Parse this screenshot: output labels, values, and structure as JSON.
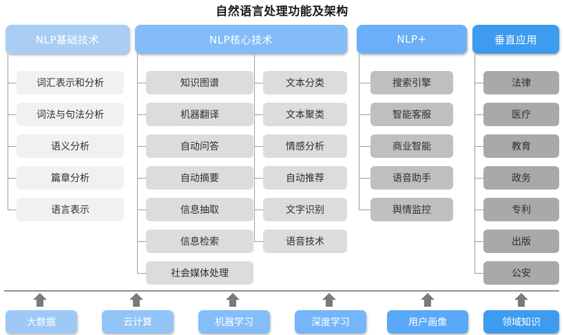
{
  "title": "自然语言处理功能及架构",
  "watermark": "",
  "colors": {
    "header_1": "#a9cdf4",
    "header_2": "#83bcf7",
    "header_3": "#6aaff8",
    "header_4": "#3d9bf0",
    "item_1": "#f1f1f1",
    "item_2": "#dcdcdc",
    "item_3": "#bfbfbf",
    "item_4": "#a9a9a9",
    "connector": "#9a9a9a",
    "arrow": "#7a7a7a",
    "rule": "#8f8f8f",
    "title_color": "#1a1a1a"
  },
  "columns": [
    {
      "id": "nlp-basic",
      "header": "NLP基础技术",
      "header_color": "#a9cdf4",
      "item_color": "#f1f1f1",
      "groups": [
        {
          "items": [
            "词汇表示和分析",
            "词法与句法分析",
            "语义分析",
            "篇章分析",
            "语言表示"
          ]
        }
      ]
    },
    {
      "id": "nlp-core",
      "header": "NLP核心技术",
      "header_color": "#83bcf7",
      "item_color": "#dcdcdc",
      "groups": [
        {
          "items": [
            "知识图谱",
            "机器翻译",
            "自动问答",
            "自动摘要",
            "信息抽取",
            "信息检索",
            "社会媒体处理"
          ]
        },
        {
          "items": [
            "文本分类",
            "文本聚类",
            "情感分析",
            "自动推荐",
            "文字识别",
            "语音技术"
          ]
        }
      ]
    },
    {
      "id": "nlp-plus",
      "header": "NLP+",
      "header_color": "#6aaff8",
      "item_color": "#bfbfbf",
      "groups": [
        {
          "items": [
            "搜索引擎",
            "智能客服",
            "商业智能",
            "语音助手",
            "舆情监控"
          ]
        }
      ]
    },
    {
      "id": "vertical-apps",
      "header": "垂直应用",
      "header_color": "#3d9bf0",
      "item_color": "#a9a9a9",
      "groups": [
        {
          "items": [
            "法律",
            "医疗",
            "教育",
            "政务",
            "专利",
            "出版",
            "公安"
          ]
        }
      ]
    }
  ],
  "foundation": {
    "items": [
      {
        "label": "大数据",
        "color": "#9ec9f6"
      },
      {
        "label": "云计算",
        "color": "#93c4f7"
      },
      {
        "label": "机器学习",
        "color": "#84bdf8"
      },
      {
        "label": "深度学习",
        "color": "#75b5f9"
      },
      {
        "label": "用户画像",
        "color": "#5aa8f8"
      },
      {
        "label": "领域知识",
        "color": "#3d9bf0"
      }
    ]
  }
}
